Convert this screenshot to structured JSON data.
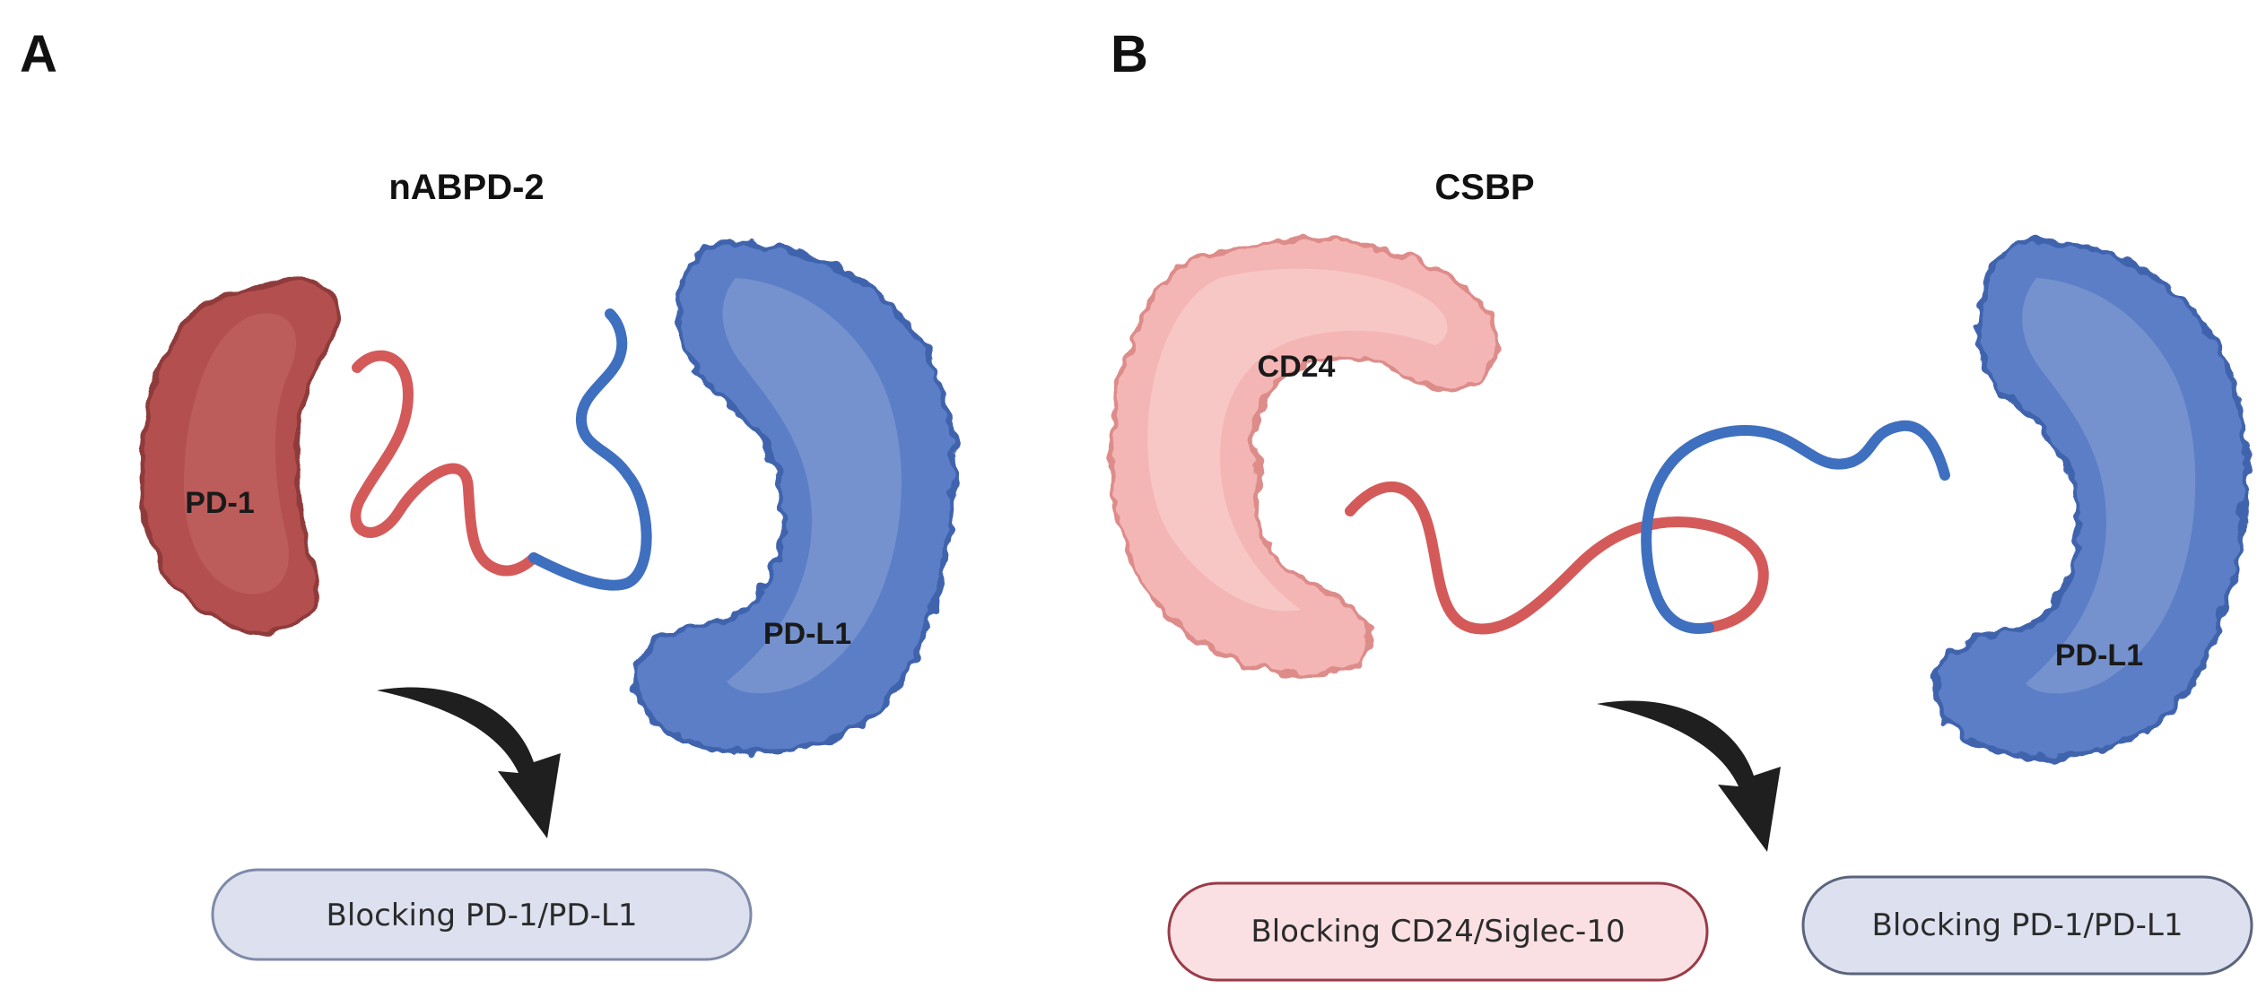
{
  "panel_a": {
    "letter": "A",
    "title": "nABPD-2",
    "protein_left": "PD-1",
    "protein_right": "PD-L1",
    "result": "Blocking PD-1/PD-L1"
  },
  "panel_b": {
    "letter": "B",
    "title": "CSBP",
    "protein_left": "CD24",
    "protein_right": "PD-L1",
    "result_left": "Blocking CD24/Siglec-10",
    "result_right": "Blocking PD-1/PD-L1"
  },
  "colors": {
    "pd1": "#b4504f",
    "pdl1": "#5b7ec6",
    "cd24": "#f4b6b4",
    "peptide_red": "#d45a5a",
    "peptide_blue": "#3f6fbf",
    "pill_blue_fill": "#dde1ef",
    "pill_pink_fill": "#fbe0e3",
    "arrow": "#1f1f1f"
  }
}
